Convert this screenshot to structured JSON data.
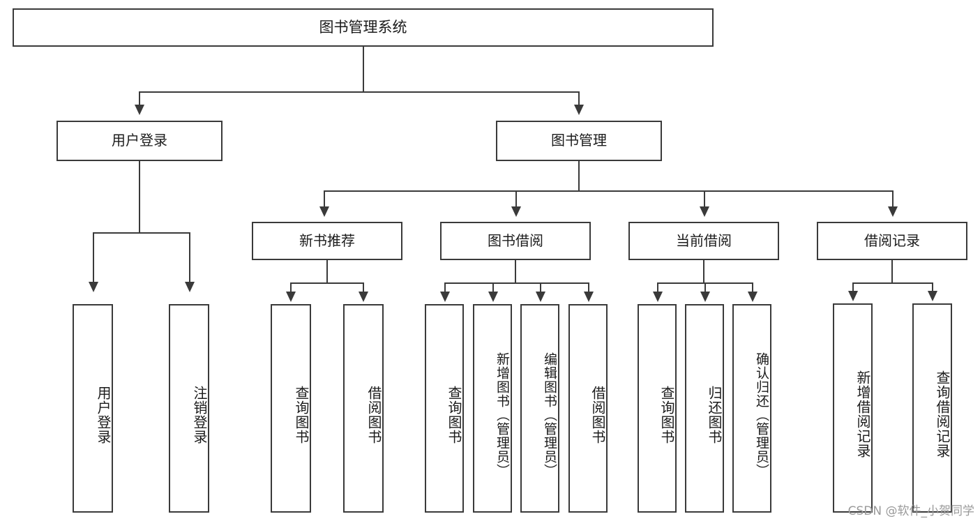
{
  "diagram": {
    "title": "图书管理系统",
    "watermark": "CSDN @软件_小贺同学",
    "colors": {
      "stroke": "#3a3a3a",
      "fill": "#ffffff",
      "text": "#1b1b1b",
      "watermark": "#9a9a9a"
    },
    "root": {
      "label": "图书管理系统"
    },
    "level1": [
      {
        "label": "用户登录"
      },
      {
        "label": "图书管理"
      }
    ],
    "level2": [
      {
        "label": "新书推荐"
      },
      {
        "label": "图书借阅"
      },
      {
        "label": "当前借阅"
      },
      {
        "label": "借阅记录"
      }
    ],
    "leaves": {
      "user_login": [
        {
          "label": "用户登录"
        },
        {
          "label": "注销登录"
        }
      ],
      "new_book": [
        {
          "label": "查询图书"
        },
        {
          "label": "借阅图书"
        }
      ],
      "book_borrow": [
        {
          "label": "查询图书"
        },
        {
          "label": "新增图书（管理员）"
        },
        {
          "label": "编辑图书（管理员）"
        },
        {
          "label": "借阅图书"
        }
      ],
      "current_borrow": [
        {
          "label": "查询图书"
        },
        {
          "label": "归还图书"
        },
        {
          "label": "确认归还（管理员）"
        }
      ],
      "borrow_record": [
        {
          "label": "新增借阅记录"
        },
        {
          "label": "查询借阅记录"
        }
      ]
    }
  }
}
